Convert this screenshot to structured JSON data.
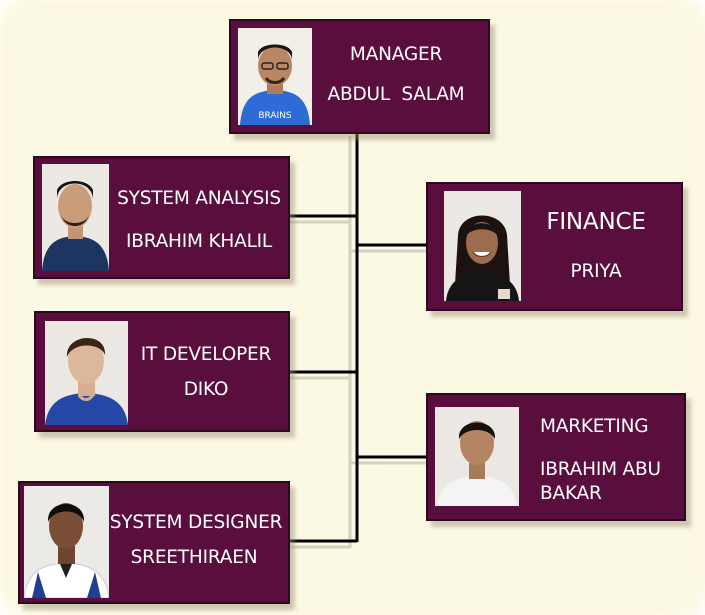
{
  "org_chart": {
    "manager": {
      "role": "MANAGER",
      "name": "ABDUL  SALAM",
      "shirt_color": "#2f6bd6",
      "shirt_text": "BRAINS"
    },
    "system_analysis": {
      "role": "SYSTEM ANALYSIS",
      "name": "IBRAHIM KHALIL",
      "shirt_color": "#1d3560"
    },
    "finance": {
      "role": "FINANCE",
      "name": "PRIYA",
      "shirt_color": "#151515"
    },
    "it_developer": {
      "role": "IT DEVELOPER",
      "name": "DIKO",
      "shirt_color": "#2548a6"
    },
    "marketing": {
      "role": "MARKETING",
      "name": "IBRAHIM ABU\nBAKAR",
      "shirt_color": "#f4f4f4"
    },
    "system_designer": {
      "role": "SYSTEM DESIGNER",
      "name": "SREETHIRAEN",
      "shirt_color": "#ffffff"
    }
  },
  "colors": {
    "box_fill": "#5a0e3e",
    "connector": "#000000",
    "label_text": "#ffffff"
  }
}
